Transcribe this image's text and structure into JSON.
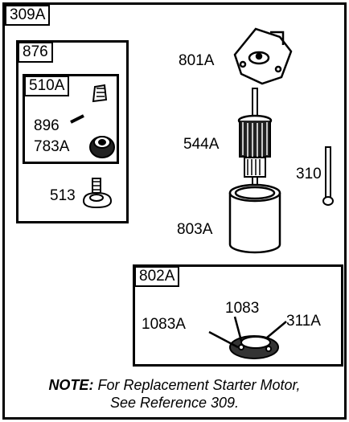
{
  "assembly": {
    "main_ref": "309A",
    "group_876": "876",
    "group_510a": "510A",
    "group_802a": "802A"
  },
  "parts": {
    "p801a": "801A",
    "p544a": "544A",
    "p310": "310",
    "p803a": "803A",
    "p896": "896",
    "p783a": "783A",
    "p513": "513",
    "p1083": "1083",
    "p1083a": "1083A",
    "p311a": "311A"
  },
  "note": {
    "prefix": "NOTE:",
    "line1": "For Replacement Starter Motor,",
    "line2": "See Reference 309."
  }
}
